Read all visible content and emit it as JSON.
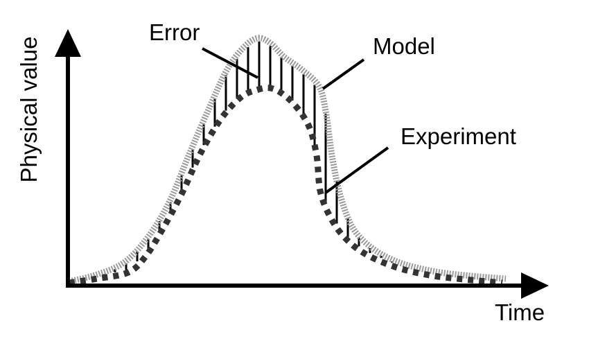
{
  "diagram": {
    "axes": {
      "y_label": "Physical value",
      "x_label": "Time"
    },
    "labels": {
      "error": "Error",
      "model": "Model",
      "experiment": "Experiment"
    },
    "colors": {
      "axis": "#000000",
      "model_curve": "#9a9a9a",
      "experiment_curve": "#333333",
      "error_bars": "#000000",
      "leader_lines": "#000000",
      "background": "#ffffff"
    }
  }
}
